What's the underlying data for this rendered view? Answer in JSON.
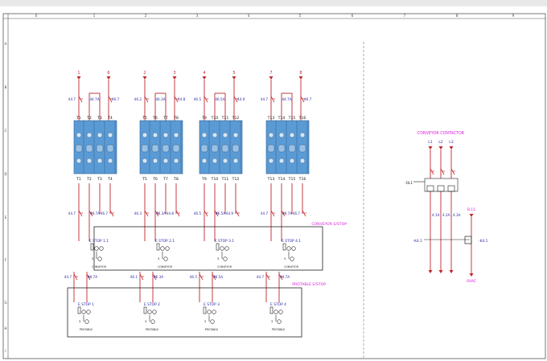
{
  "sheet": {
    "columns": [
      "0",
      "1",
      "2",
      "3",
      "4",
      "5",
      "6",
      "7",
      "8",
      "9"
    ],
    "rows": [
      "A",
      "B",
      "C",
      "D",
      "E",
      "F",
      "G",
      "H",
      "I"
    ]
  },
  "colors": {
    "wire": "#c0262c",
    "label": "#2b2ba8",
    "magenta": "#d81bd8",
    "terminal_fill": "#5b9bd5",
    "terminal_dark": "#2f5f8f",
    "frame": "#333333"
  },
  "supply_arrows": [
    "1",
    "6",
    "2",
    "3",
    "4",
    "5",
    "7",
    "8"
  ],
  "top_wire_labels": [
    [
      "44.7",
      "44.7A",
      "46.7"
    ],
    [
      "46.2",
      "46.3A",
      "44.8"
    ],
    [
      "46.5",
      "46.5A",
      "44.9"
    ],
    [
      "44.7",
      "44.7A",
      "46.7"
    ]
  ],
  "terminal_groups": [
    [
      "T1",
      "T2",
      "T3",
      "T4"
    ],
    [
      "T5",
      "T6",
      "T7",
      "T8"
    ],
    [
      "T9",
      "T10",
      "T11",
      "T12"
    ],
    [
      "T13",
      "T14",
      "T15",
      "T16"
    ]
  ],
  "terminal_groups_bottom": [
    [
      "T1",
      "T2",
      "T3",
      "T4"
    ],
    [
      "T5",
      "T6",
      "T7",
      "T8"
    ],
    [
      "T9",
      "T10",
      "T11",
      "T12"
    ],
    [
      "T13",
      "T14",
      "T15",
      "T16"
    ]
  ],
  "mid_wire_labels": [
    [
      "44.7",
      "44.7A",
      "46.7"
    ],
    [
      "46.3",
      "46.3A",
      "44.8"
    ],
    [
      "46.5",
      "46.5A",
      "44.9"
    ],
    [
      "44.7",
      "44.7A",
      "46.7"
    ]
  ],
  "conveyor_estop": {
    "title": "CONVEYOR E/STOP",
    "stops": [
      {
        "label": "E STOP 1.1",
        "sub": "CONVEYOR"
      },
      {
        "label": "E STOP 2.1",
        "sub": "CONVEYOR"
      },
      {
        "label": "E STOP 3.1",
        "sub": "CONVEYOR"
      },
      {
        "label": "E STOP 4.1",
        "sub": "CONVEYOR"
      }
    ]
  },
  "protable_estop": {
    "title": "PROTABLE E/STOP",
    "wire_labels": [
      [
        "44.7",
        "44.7A"
      ],
      [
        "46.1",
        "46.3A"
      ],
      [
        "46.5",
        "46.5A"
      ],
      [
        "44.7",
        "44.7A"
      ]
    ],
    "stops": [
      {
        "label": "E STOP 1",
        "sub": "PROTABLE"
      },
      {
        "label": "E STOP 2",
        "sub": "PROTABLE"
      },
      {
        "label": "E STOP 3",
        "sub": "PROTABLE"
      },
      {
        "label": "E STOP 4",
        "sub": "PROTABLE"
      }
    ]
  },
  "contactor": {
    "title": "CONVEYOR CONTACTOR",
    "phases": [
      "L1",
      "L2",
      "L3"
    ],
    "device_tag": "-OL1",
    "wire_labels": [
      "4.1A",
      "4.2A",
      "4.3A"
    ],
    "control_tag": "-K4.1",
    "supply_label": "B.11",
    "coil_tag": "-K4.1",
    "voltage_label": "0VAC"
  }
}
